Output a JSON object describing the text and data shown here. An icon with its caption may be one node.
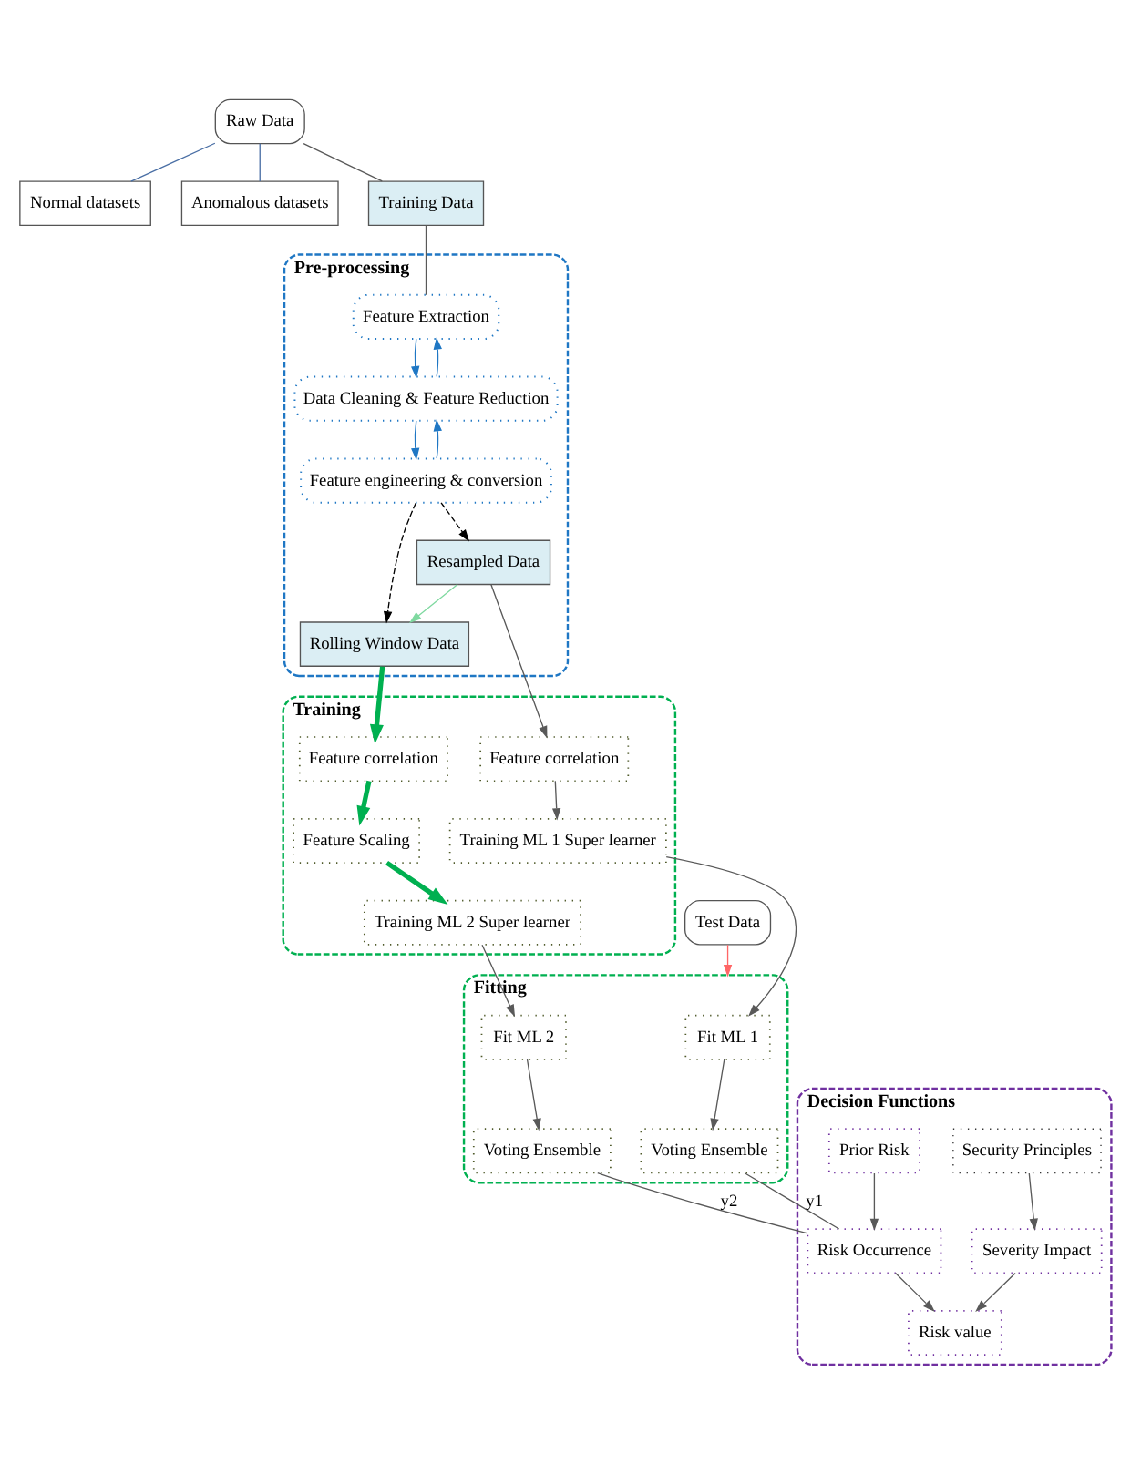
{
  "diagram": {
    "nodes": [
      {
        "text": [
          "Raw Data"
        ]
      },
      {
        "text": [
          "Normal datasets"
        ]
      },
      {
        "text": [
          "Anomalous datasets"
        ]
      },
      {
        "text": [
          "Training Data"
        ]
      },
      {
        "text": [
          "Pre-processing"
        ]
      },
      {
        "text": [
          "Feature Extraction"
        ],
        "in": 4
      },
      {
        "text": [
          "Data Cleaning & Feature Reduction"
        ],
        "in": 4
      },
      {
        "text": [
          "Feature engineering & conversion"
        ],
        "in": 4
      },
      {
        "text": [
          "Resampled Data"
        ],
        "in": 4
      },
      {
        "text": [
          "Rolling Window Data"
        ],
        "in": 4
      },
      {
        "text": [
          "Training"
        ]
      },
      {
        "text": [
          "Feature correlation"
        ],
        "in": 10
      },
      {
        "text": [
          "Feature correlation"
        ],
        "in": 10
      },
      {
        "text": [
          "Feature Scaling"
        ],
        "in": 10
      },
      {
        "text": [
          "Training ML 1 Super learner"
        ],
        "in": 10
      },
      {
        "text": [
          "Training ML 2 Super learner"
        ],
        "in": 10
      },
      {
        "text": [
          "Fitting"
        ]
      },
      {
        "text": [
          "Fit ML 1"
        ],
        "in": 16
      },
      {
        "text": [
          "Fit ML 2"
        ],
        "in": 16
      },
      {
        "text": [
          "Voting Ensemble"
        ],
        "in": 16
      },
      {
        "text": [
          "Voting Ensemble"
        ],
        "in": 16
      },
      {
        "text": [
          "Test Data"
        ]
      },
      {
        "text": [
          "Decision Functions"
        ]
      },
      {
        "text": [
          "Prior Risk"
        ],
        "in": 22
      },
      {
        "text": [
          "Risk Occurrence"
        ],
        "in": 22
      },
      {
        "text": [
          "Security Principles"
        ],
        "in": 22
      },
      {
        "text": [
          "Severity Impact"
        ],
        "in": 22
      },
      {
        "text": [
          "Risk value"
        ],
        "in": 22
      }
    ],
    "edges": [
      {
        "from": 0,
        "to": 1,
        "arrow": "none",
        "color": "#4a6fa5"
      },
      {
        "from": 0,
        "to": 2,
        "arrow": "none",
        "color": "#4a6fa5"
      },
      {
        "from": 0,
        "to": 3,
        "arrow": "none"
      },
      {
        "from": 3,
        "to": 5,
        "arrow": "none"
      },
      {
        "from": 5,
        "to": 6,
        "arrow": "to",
        "color": "#1f77c4"
      },
      {
        "from": 6,
        "to": 5,
        "arrow": "to",
        "color": "#1f77c4"
      },
      {
        "from": 6,
        "to": 7,
        "arrow": "to",
        "color": "#1f77c4"
      },
      {
        "from": 7,
        "to": 6,
        "arrow": "to",
        "color": "#1f77c4"
      },
      {
        "from": 7,
        "to": 8,
        "arrow": "to",
        "style": "dashed",
        "color": "#000000"
      },
      {
        "from": 7,
        "to": 9,
        "arrow": "to",
        "style": "dashed",
        "color": "#000000"
      },
      {
        "from": 8,
        "to": 9,
        "arrow": "to",
        "color": "#7fd9a0"
      },
      {
        "from": 8,
        "to": 11,
        "arrow": "to"
      },
      {
        "from": 9,
        "to": 12,
        "arrow": "to",
        "style": "thick",
        "color": "#00b050"
      },
      {
        "from": 12,
        "to": 13,
        "arrow": "to",
        "style": "thick",
        "color": "#00b050"
      },
      {
        "from": 13,
        "to": 15,
        "arrow": "to",
        "style": "thick",
        "color": "#00b050"
      },
      {
        "from": 11,
        "to": 14,
        "arrow": "to"
      },
      {
        "from": 14,
        "to": 17,
        "arrow": "to"
      },
      {
        "from": 15,
        "to": 18,
        "arrow": "to"
      },
      {
        "from": 17,
        "to": 19,
        "arrow": "to"
      },
      {
        "from": 18,
        "to": 20,
        "arrow": "to"
      },
      {
        "from": 21,
        "to": 16,
        "arrow": "to",
        "color": "#ff6666"
      },
      {
        "from": 19,
        "to": 24,
        "arrow": "none",
        "label": "y1"
      },
      {
        "from": 20,
        "to": 24,
        "arrow": "none",
        "label": "y2"
      },
      {
        "from": 23,
        "to": 24,
        "arrow": "to"
      },
      {
        "from": 24,
        "to": 27,
        "arrow": "to"
      },
      {
        "from": 25,
        "to": 26,
        "arrow": "to"
      },
      {
        "from": 26,
        "to": 27,
        "arrow": "to"
      }
    ]
  }
}
